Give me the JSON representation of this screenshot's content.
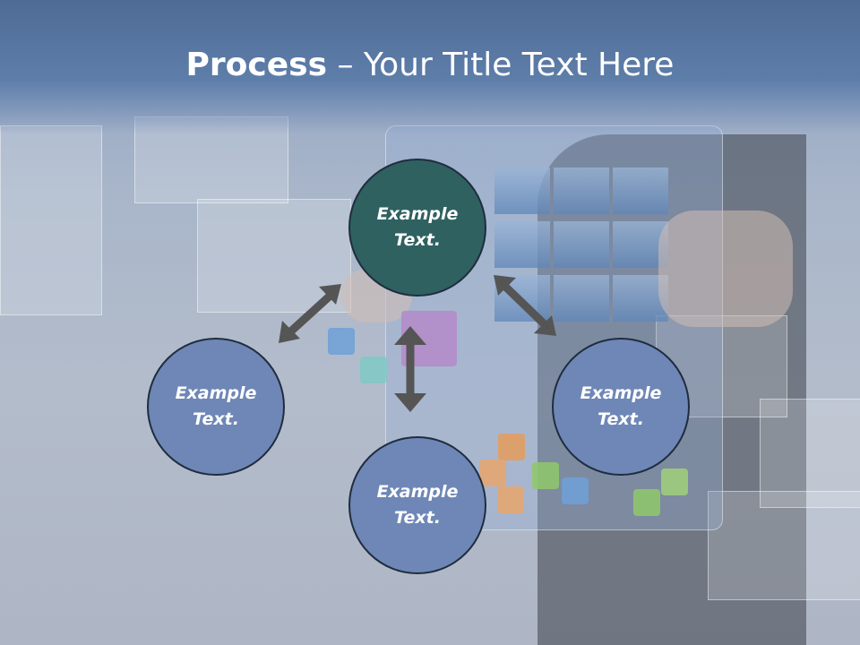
{
  "title": {
    "bold": "Process",
    "rest": " – Your Title Text Here"
  },
  "circles": [
    {
      "text_line1": "Example",
      "text_line2": "Text.",
      "color": "#2f6160"
    },
    {
      "text_line1": "Example",
      "text_line2": "Text.",
      "color": "#6e87b6"
    },
    {
      "text_line1": "Example",
      "text_line2": "Text.",
      "color": "#6e87b6"
    },
    {
      "text_line1": "Example",
      "text_line2": "Text.",
      "color": "#6e87b6"
    }
  ],
  "colors": {
    "title_band": "#5e7eaa",
    "arrow": "#555555",
    "border": "#1f2d40"
  }
}
